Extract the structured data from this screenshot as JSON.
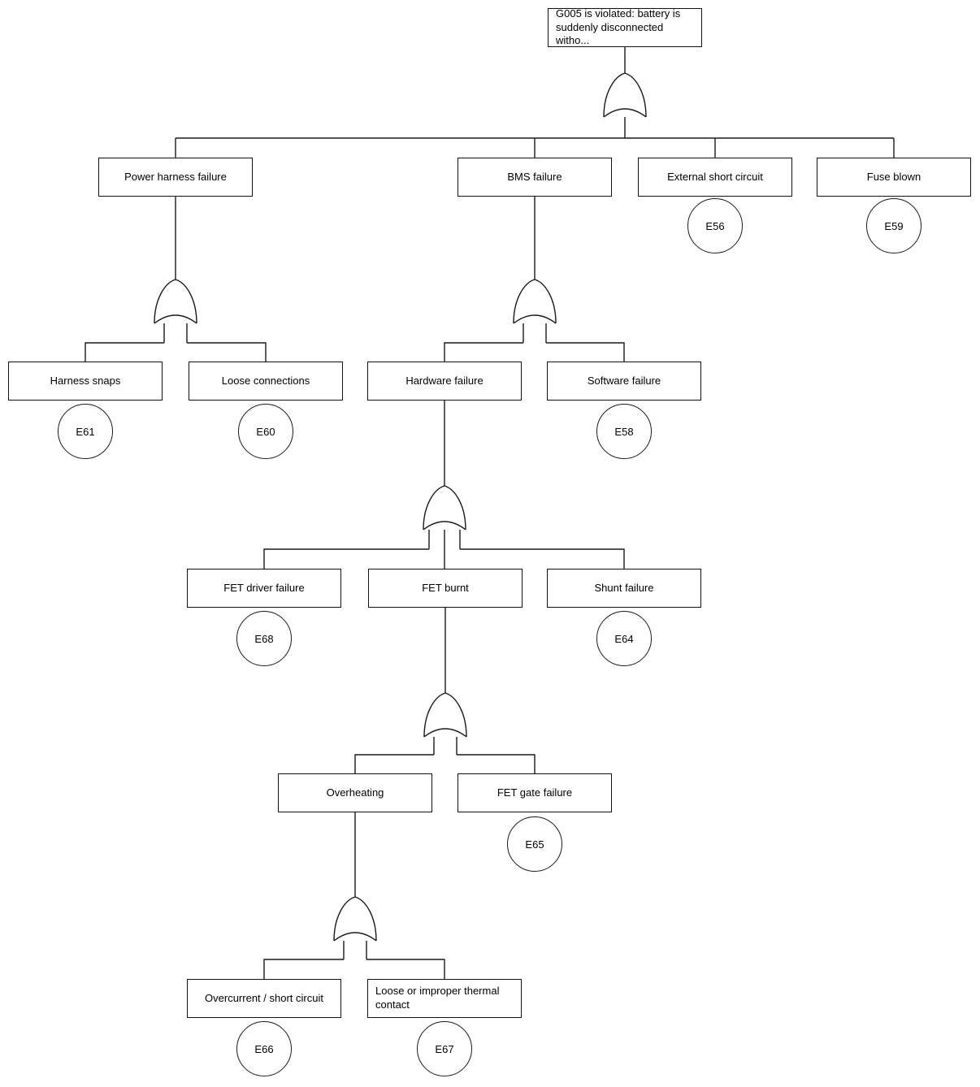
{
  "diagram": {
    "type": "fault-tree",
    "gate_symbol": "OR",
    "gate_count": 6,
    "line_color": "#1a1a1a",
    "background_color": "#ffffff",
    "nodes": {
      "top_event": {
        "label": "G005 is violated: battery is suddenly disconnected witho..."
      },
      "power_harness": {
        "label": "Power harness failure"
      },
      "bms": {
        "label": "BMS failure"
      },
      "external_short": {
        "label": "External short circuit",
        "event_id": "E56"
      },
      "fuse": {
        "label": "Fuse blown",
        "event_id": "E59"
      },
      "harness_snaps": {
        "label": "Harness snaps",
        "event_id": "E61"
      },
      "loose_connections": {
        "label": "Loose connections",
        "event_id": "E60"
      },
      "hardware": {
        "label": "Hardware failure"
      },
      "software": {
        "label": "Software failure",
        "event_id": "E58"
      },
      "fet_driver": {
        "label": "FET driver failure",
        "event_id": "E68"
      },
      "fet_burnt": {
        "label": "FET burnt"
      },
      "shunt": {
        "label": "Shunt failure",
        "event_id": "E64"
      },
      "overheating": {
        "label": "Overheating"
      },
      "fet_gate": {
        "label": "FET gate failure",
        "event_id": "E65"
      },
      "overcurrent": {
        "label": "Overcurrent / short circuit",
        "event_id": "E66"
      },
      "thermal": {
        "label": "Loose or improper thermal contact",
        "event_id": "E67"
      }
    }
  }
}
